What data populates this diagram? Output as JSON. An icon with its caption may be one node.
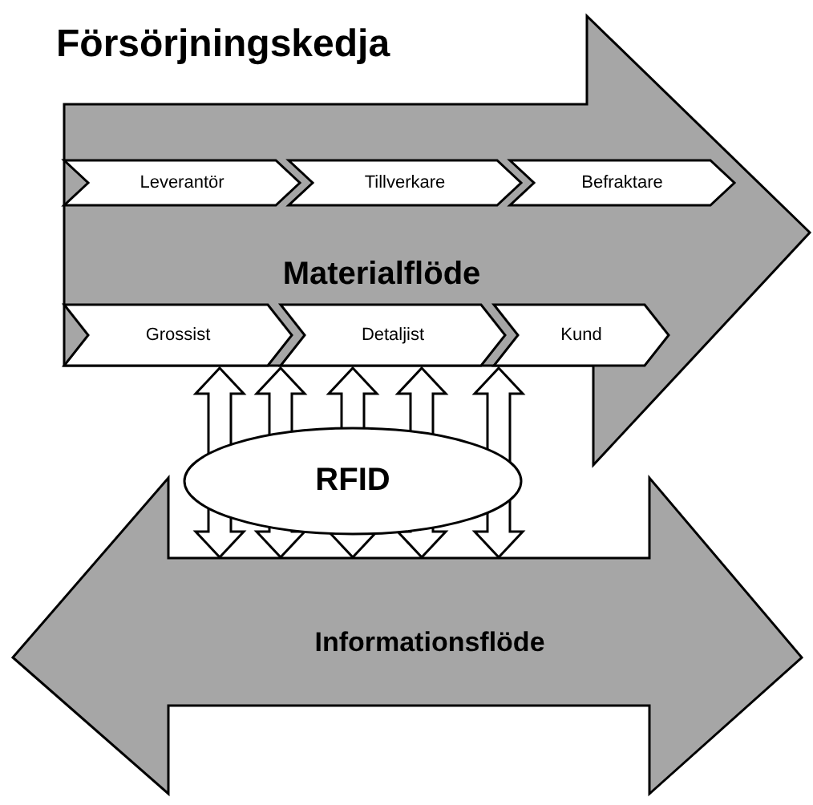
{
  "diagram": {
    "title": "Försörjningskedja",
    "nodes": [
      {
        "text": [
          "Materialflöde"
        ]
      },
      {
        "text": [
          "Leverantör"
        ],
        "in": 0
      },
      {
        "text": [
          "Tillverkare"
        ],
        "in": 0
      },
      {
        "text": [
          "Befraktare"
        ],
        "in": 0
      },
      {
        "text": [
          "Grossist"
        ],
        "in": 0
      },
      {
        "text": [
          "Detaljist"
        ],
        "in": 0
      },
      {
        "text": [
          "Kund"
        ],
        "in": 0
      },
      {
        "text": [
          "RFID"
        ]
      },
      {
        "text": [
          "Informationsflöde"
        ]
      }
    ],
    "edges": [
      {
        "from": 0,
        "to": 8,
        "arrow": "both"
      },
      {
        "from": 0,
        "to": 8,
        "arrow": "both"
      },
      {
        "from": 0,
        "to": 8,
        "arrow": "both"
      },
      {
        "from": 0,
        "to": 8,
        "arrow": "both"
      },
      {
        "from": 0,
        "to": 8,
        "arrow": "both"
      }
    ]
  }
}
